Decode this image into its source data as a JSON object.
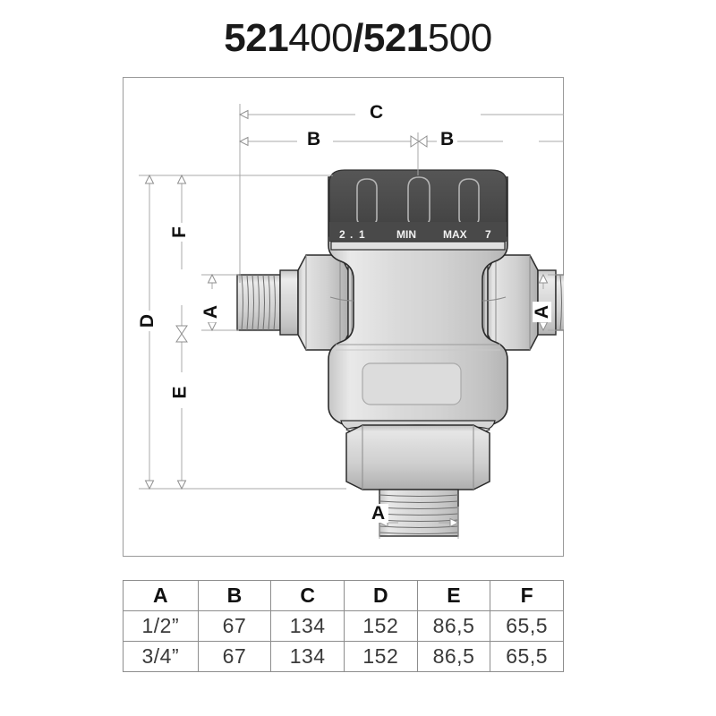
{
  "title": {
    "bold1": "521",
    "light1": "400",
    "separator": "/",
    "bold2": "521",
    "light2": "500"
  },
  "drawing": {
    "dimensions": {
      "c_top": "C",
      "b_left": "B",
      "b_right": "B",
      "d_left": "D",
      "f_left": "F",
      "e_left": "E",
      "a_left": "A",
      "a_right": "A",
      "a_bottom": "A"
    },
    "knob": {
      "scale_left_num": "2",
      "scale_dot": ".",
      "scale_one": "1",
      "scale_min": "MIN",
      "scale_max": "MAX",
      "scale_right_num": "7"
    },
    "colors": {
      "frame_border": "#9a9a9a",
      "dim_line": "#a8a8a8",
      "knob_dark": "#4a4a4a",
      "knob_ridge": "#b3b3b3",
      "body_fill": "#d2d2d2",
      "body_light": "#e4e4e4",
      "body_outline": "#2b2b2b",
      "text": "#111111"
    }
  },
  "table": {
    "headers": [
      "A",
      "B",
      "C",
      "D",
      "E",
      "F"
    ],
    "rows": [
      [
        "1/2”",
        "67",
        "134",
        "152",
        "86,5",
        "65,5"
      ],
      [
        "3/4”",
        "67",
        "134",
        "152",
        "86,5",
        "65,5"
      ]
    ]
  }
}
